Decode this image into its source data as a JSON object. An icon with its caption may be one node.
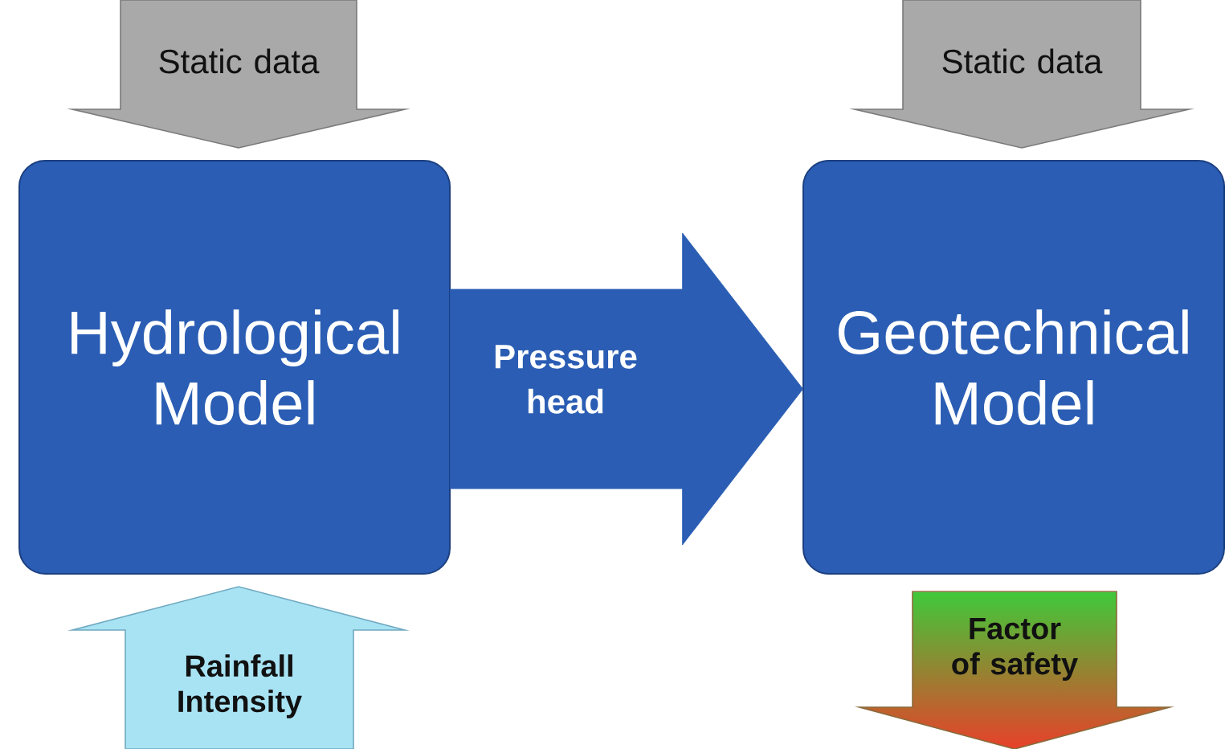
{
  "diagram": {
    "nodes": [
      {
        "text": [
          "Static data"
        ]
      },
      {
        "text": [
          "Hydrological Model"
        ]
      },
      {
        "text": [
          "Static data"
        ]
      },
      {
        "text": [
          "Geotechnical Model"
        ]
      },
      {
        "text": [
          "Rainfall Intensity"
        ]
      },
      {
        "text": [
          "Factor of safety"
        ]
      }
    ],
    "edges": [
      {
        "from": 1,
        "to": 3,
        "arrow": "to",
        "label": "Pressure head"
      }
    ]
  }
}
